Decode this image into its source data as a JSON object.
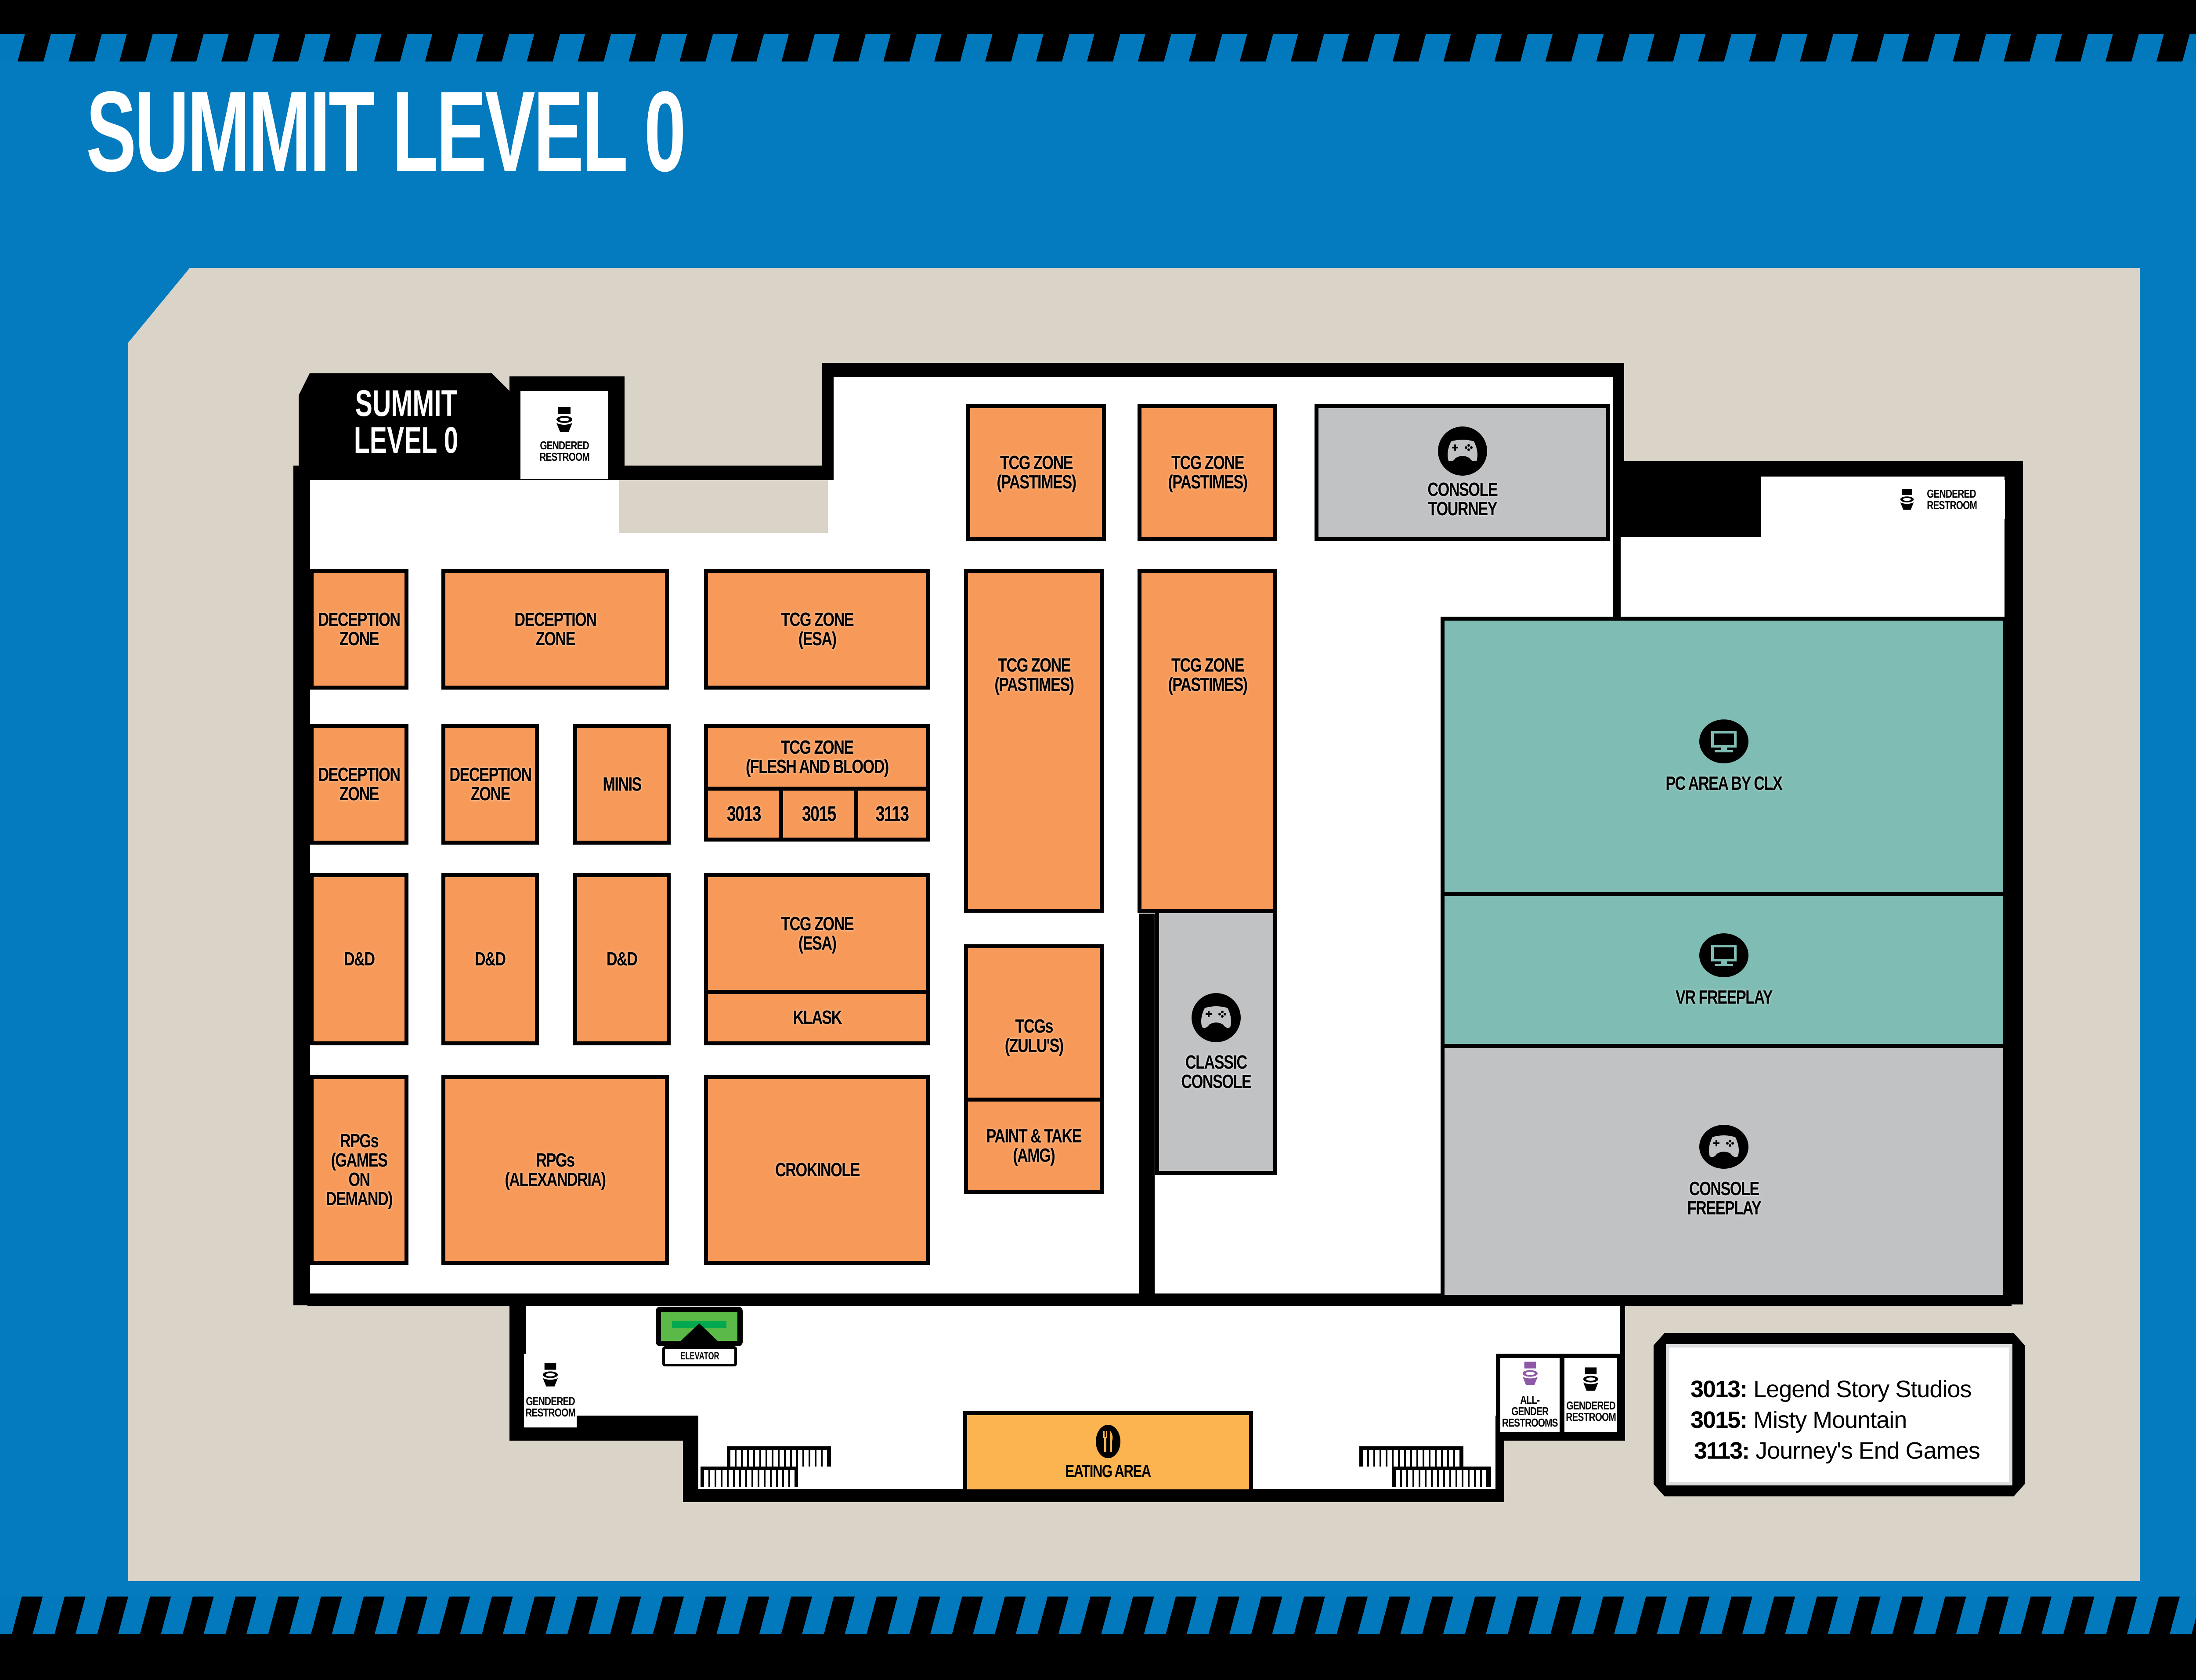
{
  "header": {
    "title": "SUMMIT LEVEL 0"
  },
  "map": {
    "corner_label": "SUMMIT\nLEVEL 0",
    "colors": {
      "page_blue": "#037bbe",
      "beige": "#d9d3c8",
      "orange_zone": "#f79a59",
      "gray_zone": "#c1c2c4",
      "teal_zone": "#7fbcb3",
      "eating_zone": "#fbb44f",
      "elevator_green": "#5bb947",
      "all_gender_purple": "#8e5aa7"
    },
    "zones": [
      {
        "id": "deception-1",
        "label": "DECEPTION\nZONE",
        "color": "orange"
      },
      {
        "id": "deception-2",
        "label": "DECEPTION\nZONE",
        "color": "orange"
      },
      {
        "id": "tcg-esa-1",
        "label": "TCG ZONE\n(ESA)",
        "color": "orange"
      },
      {
        "id": "deception-3",
        "label": "DECEPTION\nZONE",
        "color": "orange"
      },
      {
        "id": "deception-4",
        "label": "DECEPTION\nZONE",
        "color": "orange"
      },
      {
        "id": "minis",
        "label": "MINIS",
        "color": "orange"
      },
      {
        "id": "tcg-fab",
        "label": "TCG ZONE\n(FLESH AND BLOOD)",
        "color": "orange"
      },
      {
        "id": "booth-3013",
        "label": "3013",
        "color": "orange"
      },
      {
        "id": "booth-3015",
        "label": "3015",
        "color": "orange"
      },
      {
        "id": "booth-3113",
        "label": "3113",
        "color": "orange"
      },
      {
        "id": "dnd-1",
        "label": "D&D",
        "color": "orange"
      },
      {
        "id": "dnd-2",
        "label": "D&D",
        "color": "orange"
      },
      {
        "id": "dnd-3",
        "label": "D&D",
        "color": "orange"
      },
      {
        "id": "tcg-esa-2",
        "label": "TCG ZONE\n(ESA)",
        "color": "orange"
      },
      {
        "id": "klask",
        "label": "KLASK",
        "color": "orange"
      },
      {
        "id": "rpgs-god",
        "label": "RPGs\n(GAMES ON\nDEMAND)",
        "color": "orange"
      },
      {
        "id": "rpgs-alexandria",
        "label": "RPGs\n(ALEXANDRIA)",
        "color": "orange"
      },
      {
        "id": "crokinole",
        "label": "CROKINOLE",
        "color": "orange"
      },
      {
        "id": "tcg-pastimes-1",
        "label": "TCG ZONE\n(PASTIMES)",
        "color": "orange"
      },
      {
        "id": "tcg-pastimes-2",
        "label": "TCG ZONE\n(PASTIMES)",
        "color": "orange"
      },
      {
        "id": "tcg-pastimes-3",
        "label": "TCG ZONE\n(PASTIMES)",
        "color": "orange"
      },
      {
        "id": "tcg-pastimes-4",
        "label": "TCG ZONE\n(PASTIMES)",
        "color": "orange"
      },
      {
        "id": "tcgs-zulus",
        "label": "TCGs\n(ZULU'S)",
        "color": "orange"
      },
      {
        "id": "paint-take",
        "label": "PAINT & TAKE\n(AMG)",
        "color": "orange"
      },
      {
        "id": "console-tourney",
        "label": "CONSOLE\nTOURNEY",
        "color": "gray",
        "icon": "gamepad-icon"
      },
      {
        "id": "classic-console",
        "label": "CLASSIC\nCONSOLE",
        "color": "gray",
        "icon": "gamepad-icon"
      },
      {
        "id": "pc-area",
        "label": "PC AREA BY CLX",
        "color": "teal",
        "icon": "monitor-icon"
      },
      {
        "id": "vr-freeplay",
        "label": "VR FREEPLAY",
        "color": "teal",
        "icon": "monitor-icon"
      },
      {
        "id": "console-freeplay",
        "label": "CONSOLE\nFREEPLAY",
        "color": "gray",
        "icon": "gamepad-icon"
      },
      {
        "id": "eating-area",
        "label": "EATING AREA",
        "color": "yellow",
        "icon": "utensils-icon"
      }
    ],
    "restrooms": [
      {
        "id": "restroom-top-left",
        "label": "GENDERED\nRESTROOM"
      },
      {
        "id": "restroom-top-right",
        "label": "GENDERED\nRESTROOM"
      },
      {
        "id": "restroom-bottom-left",
        "label": "GENDERED\nRESTROOM"
      },
      {
        "id": "restroom-all-gender",
        "label": "ALL-GENDER\nRESTROOMS"
      },
      {
        "id": "restroom-bottom-right",
        "label": "GENDERED\nRESTROOM"
      }
    ],
    "elevator": {
      "label": "ELEVATOR"
    }
  },
  "legend": {
    "items": [
      {
        "code": "3013:",
        "name": "Legend Story Studios"
      },
      {
        "code": "3015:",
        "name": "Misty Mountain"
      },
      {
        "code": "3113:",
        "name": "Journey's End Games"
      }
    ]
  }
}
